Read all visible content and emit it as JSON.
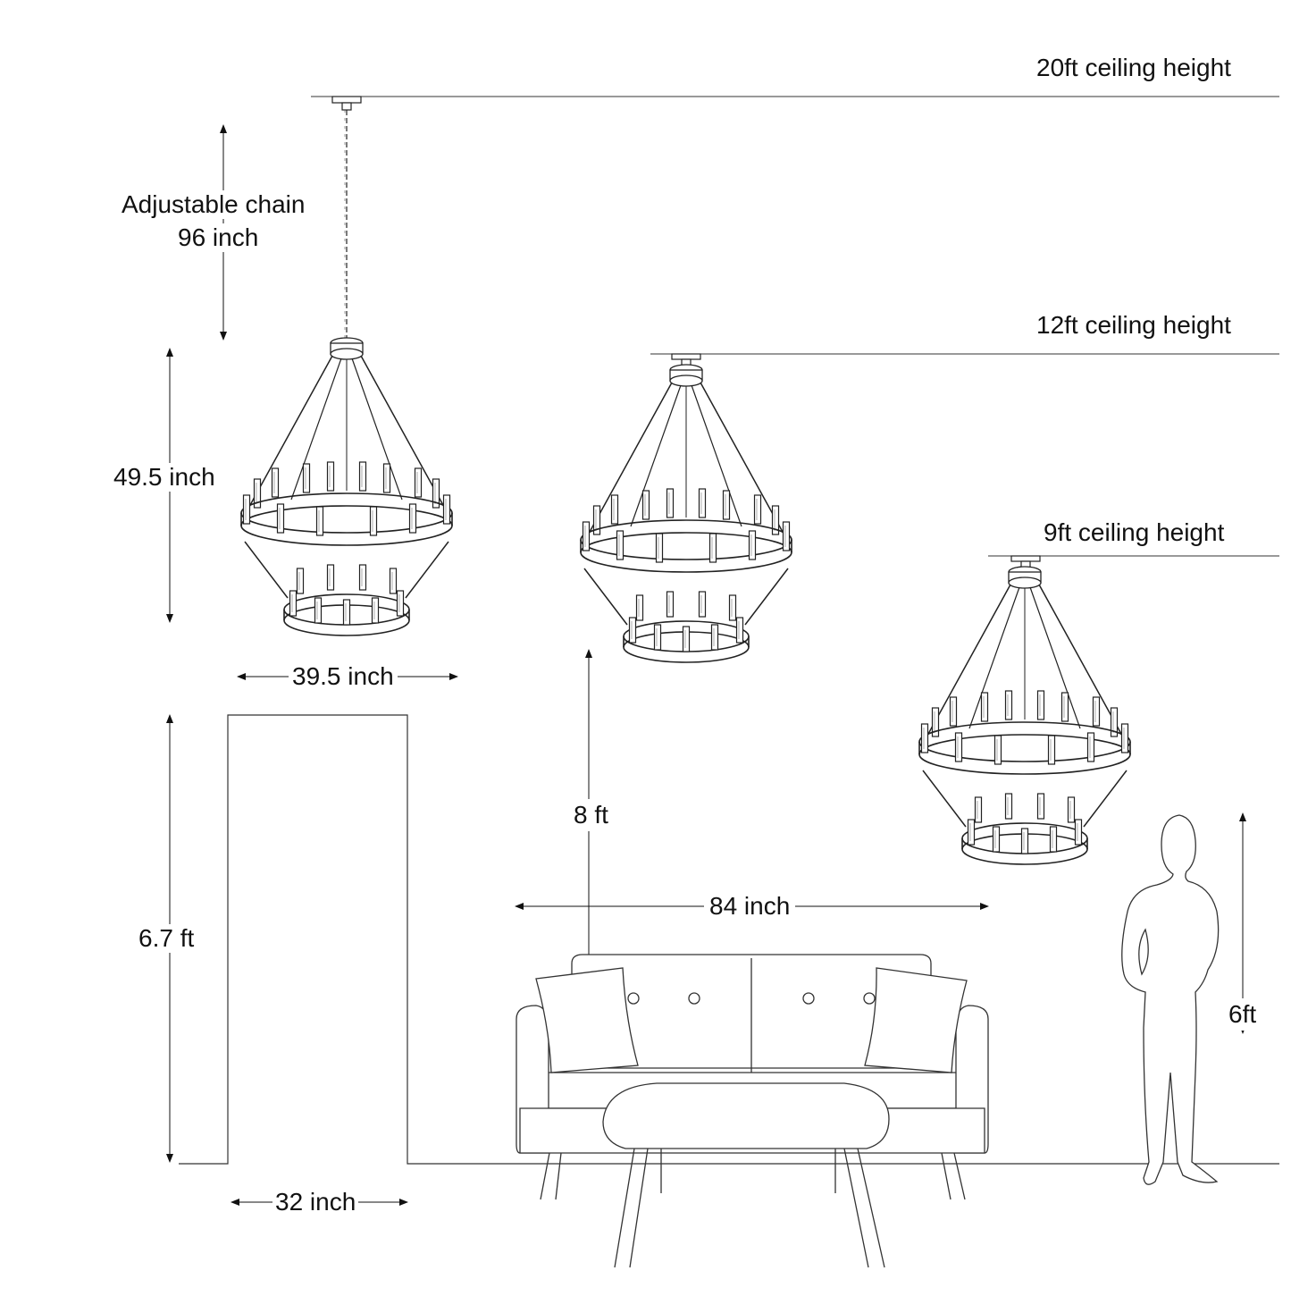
{
  "ceilings": {
    "c20": "20ft ceiling height",
    "c12": "12ft ceiling height",
    "c9": "9ft ceiling height"
  },
  "chain": {
    "title": "Adjustable chain",
    "length": "96 inch"
  },
  "chandelier": {
    "height": "49.5 inch",
    "diameter": "39.5 inch"
  },
  "door": {
    "height": "6.7 ft",
    "width": "32 inch"
  },
  "room": {
    "clearance": "8 ft",
    "sofa_width": "84 inch",
    "person_height": "6ft"
  },
  "colors": {
    "line": "#222222",
    "background": "#ffffff"
  }
}
